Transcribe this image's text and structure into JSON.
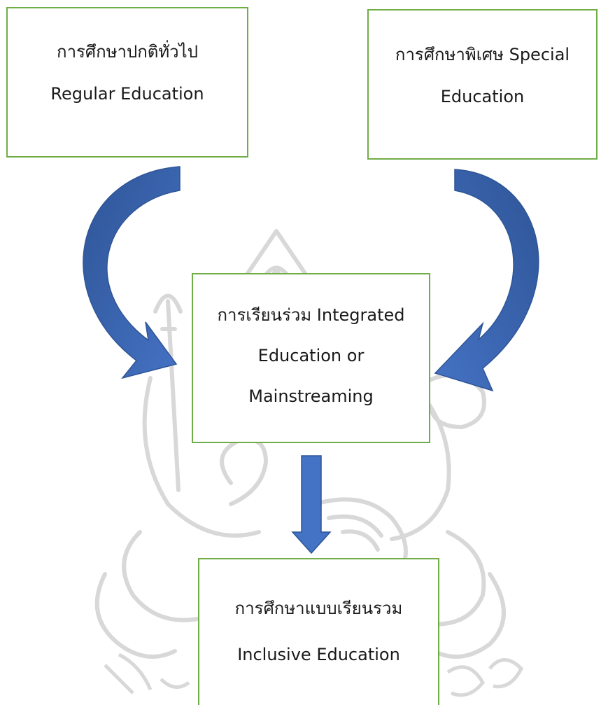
{
  "diagram": {
    "regular_box": {
      "line1": "การศึกษาปกติทั่วไป",
      "line2": "Regular Education"
    },
    "special_box": {
      "line1": "การศึกษาพิเศษ Special",
      "line2": "Education"
    },
    "integrated_box": {
      "line1": "การเรียนร่วม Integrated",
      "line2": "Education or",
      "line3": "Mainstreaming"
    },
    "inclusive_box": {
      "line1": "การศึกษาแบบเรียนรวม",
      "line2": "Inclusive Education"
    }
  },
  "colors": {
    "box_border": "#70ad47",
    "arrow_fill": "#4472c4",
    "arrow_dark": "#2f5597",
    "watermark": "#d6d6d6"
  }
}
